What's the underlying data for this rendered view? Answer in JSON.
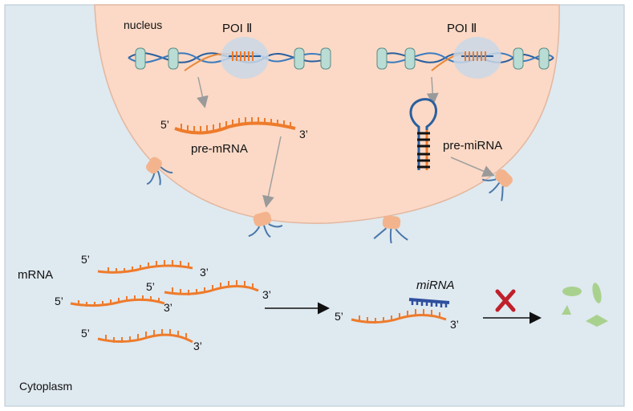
{
  "labels": {
    "nucleus": "nucleus",
    "pol_left": "POI Ⅱ",
    "pol_right": "POI Ⅱ",
    "pre_mrna": "pre-mRNA",
    "pre_mirna": "pre-miRNA",
    "mrna": "mRNA",
    "mirna": "miRNA",
    "cytoplasm": "Cytoplasm",
    "five": "5’",
    "three": "3’"
  },
  "colors": {
    "cytoplasm_bg": "#dfe9f0",
    "nucleus_fill": "#fbd9c6",
    "rna": "#ee7b2b",
    "mirna": "#2f4f9e",
    "dna_blue": "#2a5f9e",
    "dna_orange": "#e8893a",
    "histone": "#b9dcd4",
    "pore": "#f3b48d",
    "pore_leg": "#4a78a8",
    "arrow_gray": "#a0a0a0",
    "block_red": "#c0202a",
    "protein_green": "#a9d18e"
  },
  "icons": {
    "block": "red-x-icon",
    "degradation": "protein-fragments-icon"
  }
}
